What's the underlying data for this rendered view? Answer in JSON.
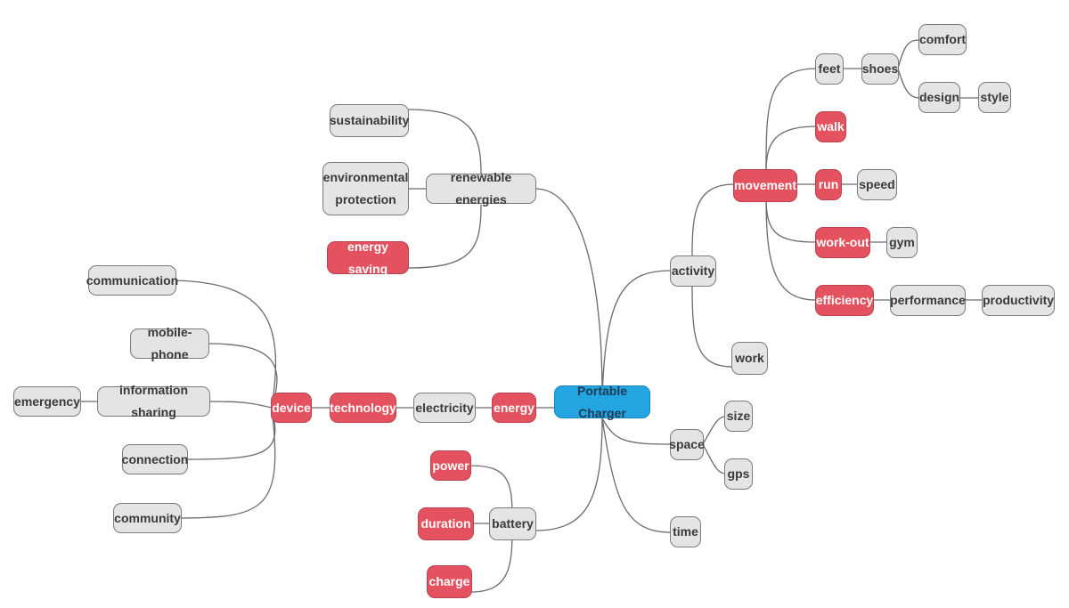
{
  "colors": {
    "root": "#22a5e0",
    "highlight": "#e5525f",
    "default": "#e4e4e4",
    "line": "#6b6b6b"
  },
  "nodes": {
    "portable_charger": "Portable Charger",
    "energy": "energy",
    "electricity": "electricity",
    "technology": "technology",
    "device": "device",
    "communication": "communication",
    "mobile_phone": "mobile-phone",
    "information_sharing": "information sharing",
    "emergency": "emergency",
    "connection": "connection",
    "community": "community",
    "renewable_energies": "renewable energies",
    "sustainability": "sustainability",
    "environmental_protection": "environmental\nprotection",
    "energy_saving": "energy saving",
    "battery": "battery",
    "power": "power",
    "duration": "duration",
    "charge": "charge",
    "activity": "activity",
    "movement": "movement",
    "feet": "feet",
    "shoes": "shoes",
    "comfort": "comfort",
    "design": "design",
    "style": "style",
    "walk": "walk",
    "run": "run",
    "speed": "speed",
    "work_out": "work-out",
    "gym": "gym",
    "efficiency": "efficiency",
    "performance": "performance",
    "productivity": "productivity",
    "work": "work",
    "space": "space",
    "size": "size",
    "gps": "gps",
    "time": "time"
  }
}
